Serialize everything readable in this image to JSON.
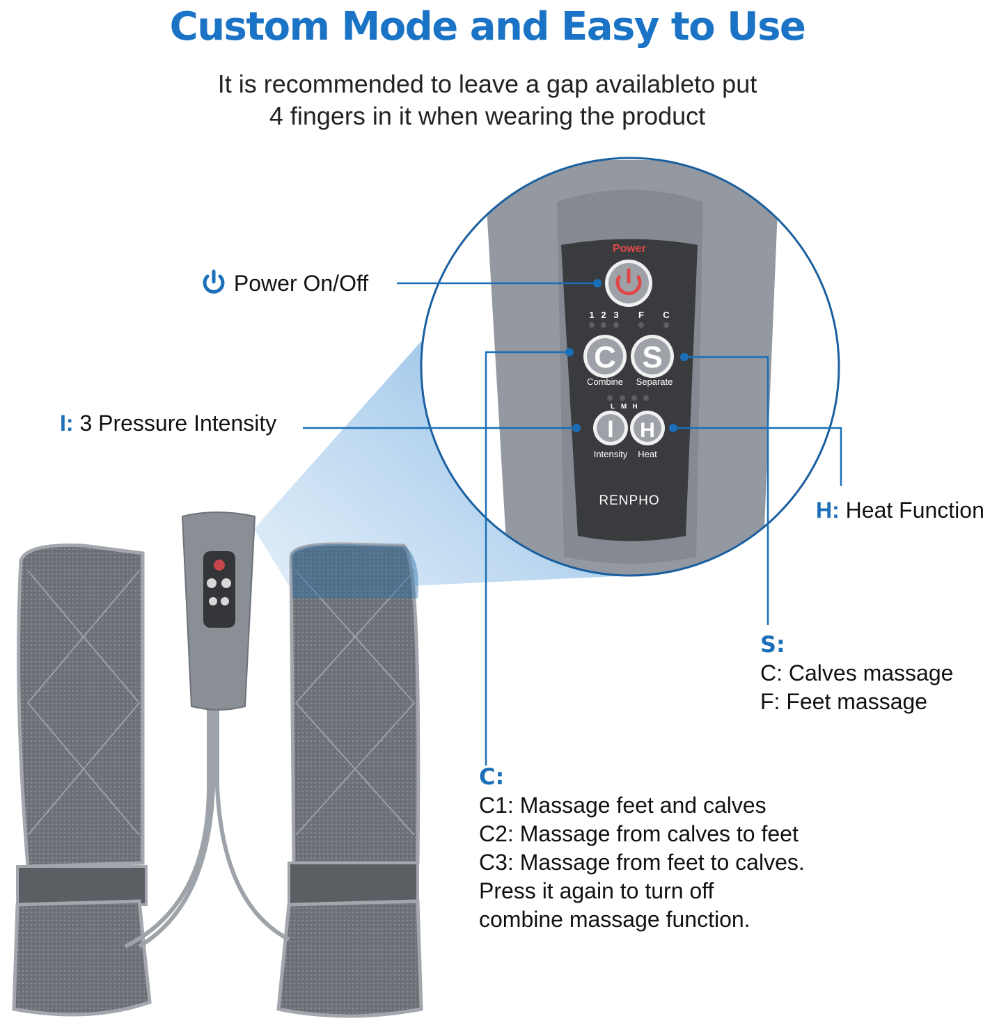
{
  "header": {
    "title": "Custom Mode and Easy to Use",
    "subtitle_line1": "It is recommended to leave a gap availableto put",
    "subtitle_line2": "4 fingers in it when wearing the product"
  },
  "callouts": {
    "power": {
      "icon": "power-icon",
      "text": "Power On/Off"
    },
    "intensity": {
      "key": "I:",
      "text": "3 Pressure Intensity"
    },
    "heat": {
      "key": "H:",
      "text": "Heat Function"
    },
    "separate": {
      "key": "S:",
      "lines": [
        "C: Calves massage",
        "F: Feet massage"
      ]
    },
    "combine": {
      "key": "C:",
      "lines": [
        "C1: Massage feet and calves",
        "C2: Massage from calves to feet",
        "C3: Massage from feet to calves.",
        "Press it again to turn off",
        "combine massage function."
      ]
    }
  },
  "controller": {
    "power_label": "Power",
    "mode_indicators": [
      "1",
      "2",
      "3",
      "F",
      "C"
    ],
    "buttons": [
      {
        "glyph": "C",
        "label": "Combine"
      },
      {
        "glyph": "S",
        "label": "Separate"
      },
      {
        "glyph": "I",
        "label": "Intensity"
      },
      {
        "glyph": "H",
        "label": "Heat"
      }
    ],
    "intensity_indicators": [
      "L",
      "M",
      "H"
    ],
    "brand": "RENPHO"
  },
  "colors": {
    "accent_blue": "#1a6fb8",
    "title_blue": "#1a73c4",
    "power_red": "#e03a3a",
    "device_gray": "#8a8f96",
    "panel_dark": "#3a3b3e"
  }
}
